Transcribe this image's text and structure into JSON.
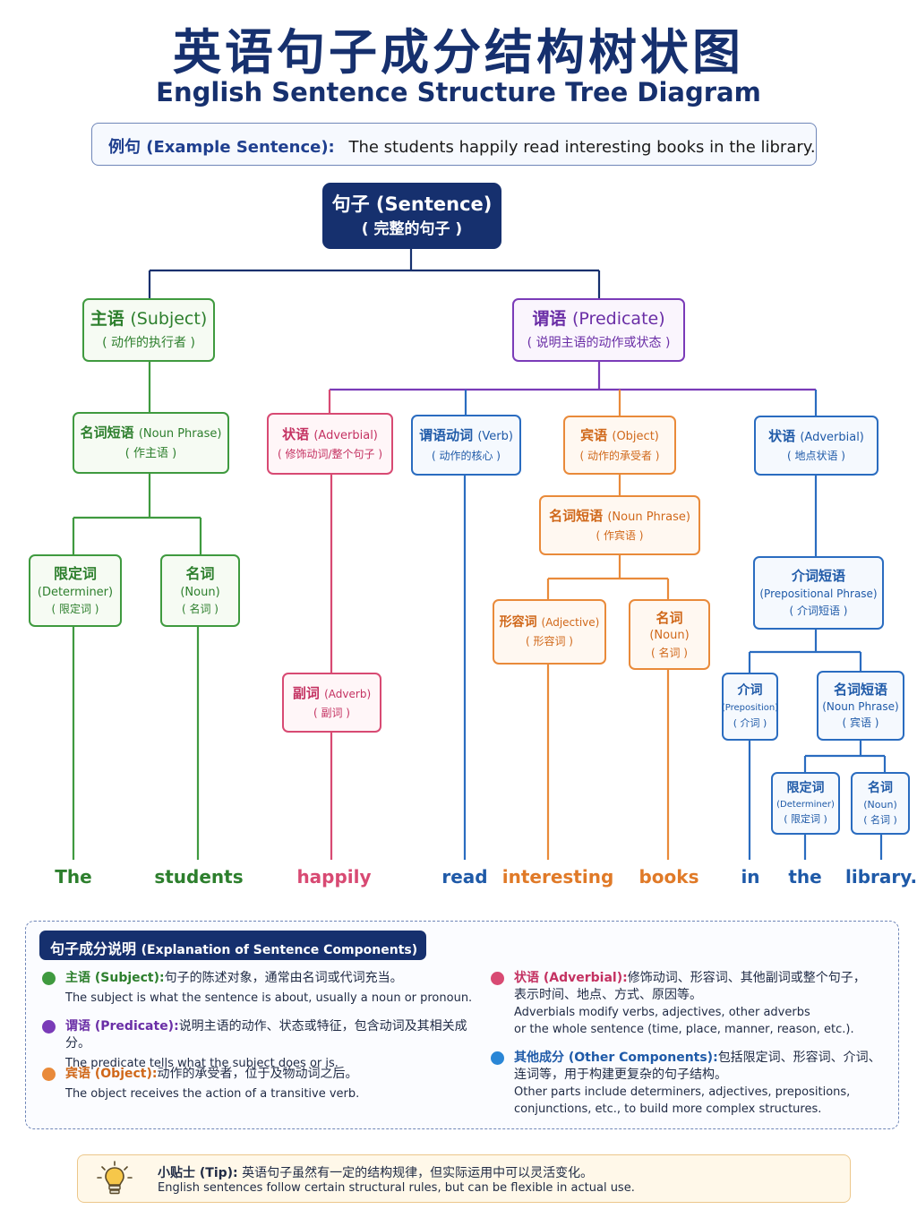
{
  "header": {
    "title_cn": "英语句子成分结构树状图",
    "title_en": "English Sentence Structure Tree Diagram"
  },
  "example": {
    "label": "例句 (Example Sentence):",
    "sentence": "The students happily read interesting books in the library."
  },
  "tree": {
    "root": {
      "l1": "句子 (Sentence)",
      "l2": "( 完整的句子 )"
    },
    "subject": {
      "cn": "主语",
      "en": "(Subject)",
      "l2": "( 动作的执行者 )"
    },
    "predicate": {
      "cn": "谓语",
      "en": "(Predicate)",
      "l2": "( 说明主语的动作或状态 )"
    },
    "subj_np": {
      "cn": "名词短语",
      "en": "(Noun Phrase)",
      "l2": "( 作主语 )"
    },
    "subj_det": {
      "l1": "限定词",
      "l2": "(Determiner)",
      "l3": "( 限定词 )"
    },
    "subj_noun": {
      "l1": "名词",
      "l2": "(Noun)",
      "l3": "( 名词 )"
    },
    "adverbial1": {
      "cn": "状语",
      "en": "(Adverbial)",
      "l2": "( 修饰动词/整个句子 )"
    },
    "adverb": {
      "cn": "副词",
      "en": "(Adverb)",
      "l2": "( 副词 )"
    },
    "verb": {
      "cn": "谓语动词",
      "en": "(Verb)",
      "l2": "( 动作的核心 )"
    },
    "object": {
      "cn": "宾语",
      "en": "(Object)",
      "l2": "( 动作的承受者 )"
    },
    "obj_np": {
      "cn": "名词短语",
      "en": "(Noun Phrase)",
      "l2": "( 作宾语 )"
    },
    "obj_adj": {
      "cn": "形容词",
      "en": "(Adjective)",
      "l2": "( 形容词 )"
    },
    "obj_noun": {
      "l1": "名词",
      "l2": "(Noun)",
      "l3": "( 名词 )"
    },
    "adverbial2": {
      "cn": "状语",
      "en": "(Adverbial)",
      "l2": "( 地点状语 )"
    },
    "pp": {
      "l1": "介词短语",
      "l2": "(Prepositional Phrase)",
      "l3": "( 介词短语 )"
    },
    "prep": {
      "l1": "介词",
      "l2": "(Preposition)",
      "l3": "( 介词 )"
    },
    "pp_np": {
      "l1": "名词短语",
      "l2": "(Noun Phrase)",
      "l3": "( 宾语 )"
    },
    "pp_det": {
      "l1": "限定词",
      "l2": "(Determiner)",
      "l3": "( 限定词 )"
    },
    "pp_noun": {
      "l1": "名词",
      "l2": "(Noun)",
      "l3": "( 名词 )"
    }
  },
  "words": [
    "The",
    "students",
    "happily",
    "read",
    "interesting",
    "books",
    "in",
    "the",
    "library."
  ],
  "explanation": {
    "heading_cn": "句子成分说明",
    "heading_en": "(Explanation of Sentence Components)",
    "items": [
      {
        "key": "主语 (Subject):",
        "cn": "句子的陈述对象，通常由名词或代词充当。",
        "en": "The subject is what the sentence is about, usually a noun or pronoun."
      },
      {
        "key": "谓语 (Predicate):",
        "cn": "说明主语的动作、状态或特征，包含动词及其相关成分。",
        "en": "The predicate tells what the subject does or is."
      },
      {
        "key": "宾语 (Object):",
        "cn": "动作的承受者，位于及物动词之后。",
        "en": "The object receives the action of a transitive verb."
      },
      {
        "key": "状语 (Adverbial):",
        "cn": "修饰动词、形容词、其他副词或整个句子，",
        "cn2": "表示时间、地点、方式、原因等。",
        "en": "Adverbials modify verbs, adjectives, other adverbs",
        "en2": "or the whole sentence (time, place, manner, reason, etc.)."
      },
      {
        "key": "其他成分 (Other Components):",
        "cn": "包括限定词、形容词、介词、",
        "cn2": "连词等，用于构建更复杂的句子结构。",
        "en": "Other parts include determiners, adjectives, prepositions,",
        "en2": "conjunctions, etc., to build more complex structures."
      }
    ]
  },
  "tip": {
    "key": "小贴士 (Tip):",
    "cn": "英语句子虽然有一定的结构规律，但实际运用中可以灵活变化。",
    "en": "English sentences follow certain structural rules, but can be flexible in actual use."
  },
  "colors": {
    "navy": "#16306e",
    "subject_green": "#3f9a3f",
    "predicate_purple": "#7a3bb8",
    "adverbial_pink": "#d84a73",
    "verb_blue": "#2a6cc0",
    "object_orange": "#e98a3a"
  },
  "icons": {
    "tip": "lightbulb-icon"
  }
}
